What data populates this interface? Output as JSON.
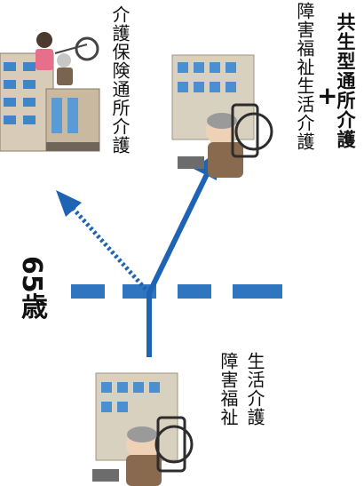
{
  "labels": {
    "kaigo_hoken": "介護保険通所介護",
    "shogai_line1": "障害福祉生活介護",
    "plus": "+",
    "kyosei": "共生型通所介護",
    "age": "65歳",
    "bottom_line1": "障害福祉",
    "bottom_line2": "生活介護"
  },
  "colors": {
    "arrow": "#1f64b4",
    "dashed_line": "#2f75c0"
  },
  "icons": [
    "care-facility-icon",
    "elderly-with-caregiver-icon",
    "wheelchair-user-icon"
  ]
}
